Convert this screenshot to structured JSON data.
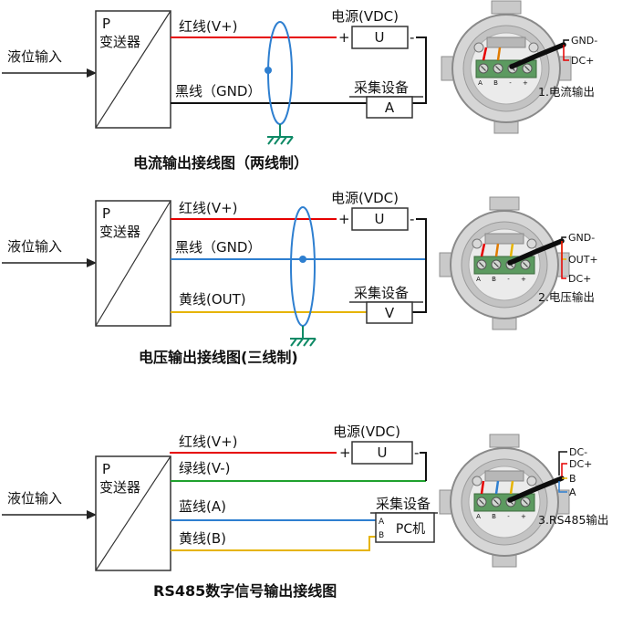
{
  "colors": {
    "red": "#e60000",
    "black": "#111111",
    "blue": "#2e7fd0",
    "yellow": "#e6b400",
    "green": "#1fa12e",
    "orange": "#e07b00",
    "shield_blue": "#2e7fd0",
    "ground_green": "#0f8a66"
  },
  "sections": [
    {
      "input_label": "液位输入",
      "transmitter": {
        "p": "P",
        "name": "变送器"
      },
      "wires": [
        {
          "label": "红线(V+)",
          "color": "#e60000"
        },
        {
          "label": "黑线（GND）",
          "color": "#111111"
        }
      ],
      "power": {
        "title": "电源(VDC)",
        "plus": "+",
        "unit": "U",
        "minus": "-"
      },
      "collector": {
        "title": "采集设备",
        "unit": "A"
      },
      "caption": "电流输出接线图（两线制）",
      "device": {
        "terminals": "A B - +",
        "outputs": [
          {
            "label": "GND-",
            "color": "#111111"
          },
          {
            "label": "DC+",
            "color": "#e60000"
          }
        ],
        "caption": "1.电流输出"
      }
    },
    {
      "input_label": "液位输入",
      "transmitter": {
        "p": "P",
        "name": "变送器"
      },
      "wires": [
        {
          "label": "红线(V+)",
          "color": "#e60000"
        },
        {
          "label": "黑线（GND）",
          "color": "#2e7fd0"
        },
        {
          "label": "黄线(OUT)",
          "color": "#e6b400"
        }
      ],
      "power": {
        "title": "电源(VDC)",
        "plus": "+",
        "unit": "U",
        "minus": "-"
      },
      "collector": {
        "title": "采集设备",
        "unit": "V"
      },
      "caption": "电压输出接线图(三线制)",
      "device": {
        "terminals": "A B - +",
        "outputs": [
          {
            "label": "GND-",
            "color": "#111111"
          },
          {
            "label": "OUT+",
            "color": "#e6b400"
          },
          {
            "label": "DC+",
            "color": "#e60000"
          }
        ],
        "caption": "2.电压输出"
      }
    },
    {
      "input_label": "液位输入",
      "transmitter": {
        "p": "P",
        "name": "变送器"
      },
      "wires": [
        {
          "label": "红线(V+)",
          "color": "#e60000"
        },
        {
          "label": "绿线(V-)",
          "color": "#1fa12e"
        },
        {
          "label": "蓝线(A)",
          "color": "#2e7fd0"
        },
        {
          "label": "黄线(B)",
          "color": "#e6b400"
        }
      ],
      "power": {
        "title": "电源(VDC)",
        "plus": "+",
        "unit": "U",
        "minus": "-"
      },
      "collector": {
        "title": "采集设备",
        "pc": "PC机",
        "port_a": "A",
        "port_b": "B"
      },
      "caption": "RS485数字信号输出接线图",
      "device": {
        "terminals": "A B - +",
        "outputs": [
          {
            "label": "DC-",
            "color": "#111111"
          },
          {
            "label": "DC+",
            "color": "#e60000"
          },
          {
            "label": "B",
            "color": "#e6b400"
          },
          {
            "label": "A",
            "color": "#2e7fd0"
          }
        ],
        "caption": "3.RS485输出"
      }
    }
  ]
}
